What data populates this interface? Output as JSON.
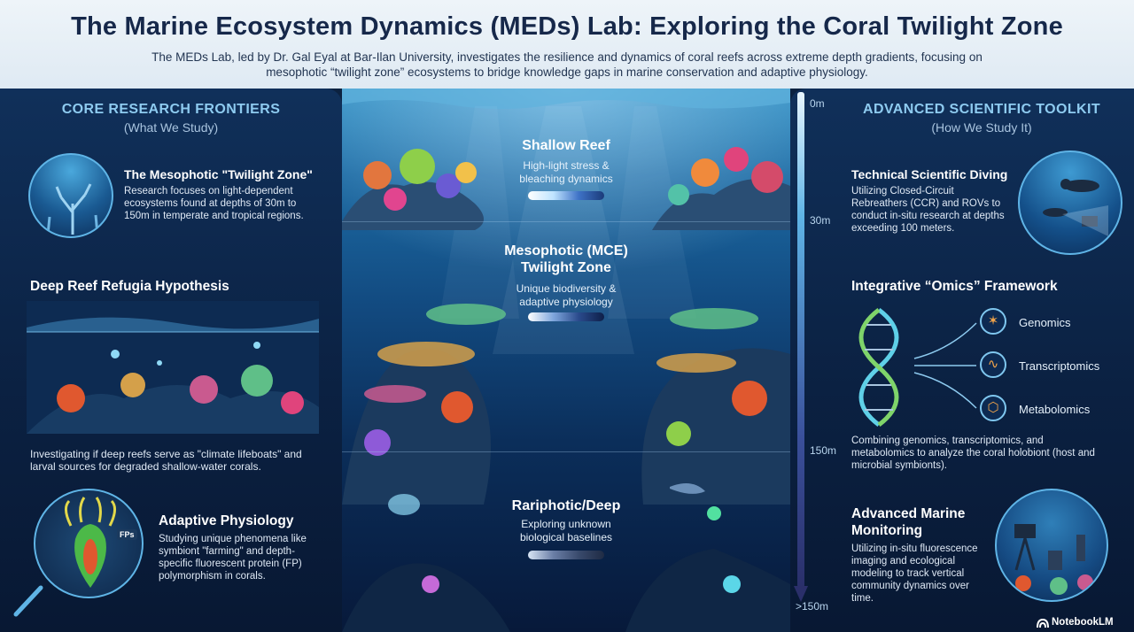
{
  "header": {
    "title": "The Marine Ecosystem Dynamics (MEDs) Lab: Exploring the Coral Twilight Zone",
    "subtitle": "The MEDs Lab, led by Dr. Gal Eyal at Bar-Ilan University, investigates the resilience and dynamics of coral reefs across extreme depth gradients, focusing on mesophotic “twilight zone” ecosystems to bridge knowledge gaps in marine conservation and adaptive physiology."
  },
  "left_panel": {
    "heading": "CORE RESEARCH FRONTIERS",
    "subheading": "(What We Study)",
    "items": [
      {
        "title": "The Mesophotic \"Twilight Zone\"",
        "text": "Research focuses on light-dependent ecosystems found at depths of 30m to 150m in temperate and tropical regions."
      },
      {
        "title": "Deep Reef Refugia Hypothesis",
        "text": "Investigating if deep reefs serve as \"climate lifeboats\" and larval sources for degraded shallow-water corals."
      },
      {
        "title": "Adaptive Physiology",
        "text": "Studying unique phenomena like symbiont \"farming\" and depth-specific fluorescent protein (FP) polymorphism in corals.",
        "illustration_label": "FPs"
      }
    ]
  },
  "center": {
    "zones": [
      {
        "title": "Shallow Reef",
        "text": "High-light stress & bleaching dynamics"
      },
      {
        "title": "Mesophotic (MCE) Twilight Zone",
        "text": "Unique biodiversity & adaptive physiology"
      },
      {
        "title": "Rariphotic/Deep",
        "text": "Exploring unknown biological baselines"
      }
    ],
    "depth_scale": [
      "0m",
      "30m",
      "150m",
      ">150m"
    ]
  },
  "right_panel": {
    "heading": "ADVANCED SCIENTIFIC TOOLKIT",
    "subheading": "(How We Study It)",
    "items": [
      {
        "title": "Technical Scientific Diving",
        "text": "Utilizing Closed-Circuit Rebreathers (CCR) and ROVs to conduct in-situ research at depths exceeding 100 meters."
      },
      {
        "title": "Integrative “Omics” Framework",
        "text": "Combining genomics, transcriptomics, and metabolomics to analyze the coral holobiont (host and microbial symbionts).",
        "omics": [
          "Genomics",
          "Transcriptomics",
          "Metabolomics"
        ]
      },
      {
        "title": "Advanced Marine Monitoring",
        "text": "Utilizing in-situ fluorescence imaging and ecological modeling to track vertical community dynamics over time."
      }
    ]
  },
  "brand": "NotebookLM",
  "colors": {
    "header_bg": "#eef4f9",
    "title": "#16284a",
    "panel_bg": "#0b2142",
    "accent": "#8ecbf0"
  }
}
